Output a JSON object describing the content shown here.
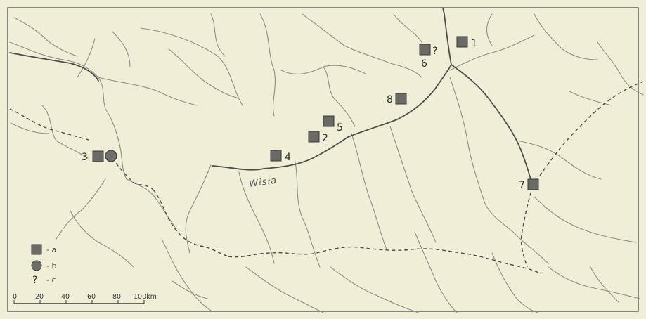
{
  "map": {
    "river_name": "Wisła",
    "sites": [
      {
        "label": "1",
        "symbol": "a"
      },
      {
        "label": "2",
        "symbol": "a"
      },
      {
        "label": "3",
        "symbol": "a+b"
      },
      {
        "label": "4",
        "symbol": "a"
      },
      {
        "label": "5",
        "symbol": "a"
      },
      {
        "label": "6",
        "symbol": "a",
        "uncertain": "?"
      },
      {
        "label": "7",
        "symbol": "a"
      },
      {
        "label": "8",
        "symbol": "a"
      }
    ],
    "legend": {
      "a": "- a",
      "b": "- b",
      "c_symbol": "?",
      "c": "- c"
    },
    "scale": {
      "ticks": [
        "0",
        "20",
        "40",
        "60",
        "80",
        "100km"
      ]
    }
  }
}
